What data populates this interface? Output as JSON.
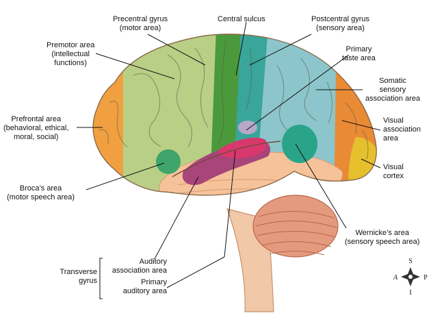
{
  "labels": {
    "precentral": [
      "Precentral gyrus",
      "(motor area)"
    ],
    "central_sulcus": [
      "Central sulcus"
    ],
    "postcentral": [
      "Postcentral gyrus",
      "(sensory area)"
    ],
    "premotor": [
      "Premotor area",
      "(intellectual",
      "functions)"
    ],
    "primary_taste": [
      "Primary",
      "taste area"
    ],
    "somatic_assoc": [
      "Somatic",
      "sensory",
      "association area"
    ],
    "prefrontal": [
      "Prefrontal area",
      "(behavioral, ethical,",
      "moral, social)"
    ],
    "visual_assoc": [
      "Visual",
      "association",
      "area"
    ],
    "visual_cortex": [
      "Visual",
      "cortex"
    ],
    "broca": [
      "Broca’s area",
      "(motor speech area)"
    ],
    "wernicke": [
      "Wernicke’s area",
      "(sensory speech area)"
    ],
    "auditory_assoc": [
      "Auditory",
      "association area"
    ],
    "primary_auditory": [
      "Primary",
      "auditory area"
    ],
    "transverse": [
      "Transverse",
      "gyrus"
    ]
  },
  "compass": {
    "north": "S",
    "west": "A",
    "east": "P",
    "south": "I"
  },
  "colors": {
    "frontal": "#f0a040",
    "premotor": "#b9cf86",
    "precentral": "#4a9a3c",
    "postcentral": "#3aa59a",
    "somatic": "#8cc6cc",
    "visual_assoc": "#e98a35",
    "visual_cortex": "#e6c02c",
    "temporal": "#f6c29a",
    "auditory_assoc": "#a8457a",
    "primary_auditory": "#d8386e",
    "wernicke": "#2aa488",
    "broca": "#3fa56a",
    "taste": "#b7a8c9",
    "cerebellum": "#e49a7e",
    "brainstem": "#f1c8a8"
  }
}
